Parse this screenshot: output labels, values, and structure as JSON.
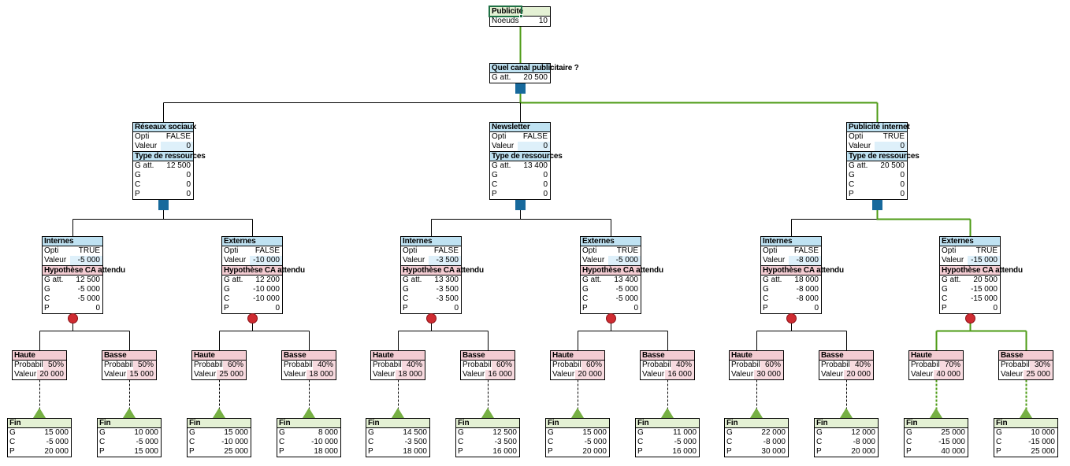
{
  "labels": {
    "noeuds": "Noeuds",
    "opti": "Opti",
    "valeur": "Valeur",
    "g_att": "G att.",
    "g": "G",
    "c": "C",
    "p": "P",
    "probabil": "Probabil",
    "fin": "Fin"
  },
  "root": {
    "title": "Publicité",
    "noeuds": "10"
  },
  "decision": {
    "title": "Quel canal publicitaire ?",
    "g_att": "20 500"
  },
  "branches": [
    {
      "name": "Réseaux sociaux",
      "opti": "FALSE",
      "valeur": "0",
      "resource_title": "Type de ressources",
      "g_att": "12 500",
      "g": "0",
      "c": "0",
      "p": "0",
      "children": [
        {
          "name": "Internes",
          "opti": "TRUE",
          "valeur": "-5 000",
          "hypothesis_title": "Hypothèse CA attendu",
          "g_att": "12 500",
          "g": "-5 000",
          "c": "-5 000",
          "p": "0",
          "outcomes": [
            {
              "name": "Haute",
              "probabil": "50%",
              "valeur": "20 000",
              "fin": {
                "g": "15 000",
                "c": "-5 000",
                "p": "20 000"
              }
            },
            {
              "name": "Basse",
              "probabil": "50%",
              "valeur": "15 000",
              "fin": {
                "g": "10 000",
                "c": "-5 000",
                "p": "15 000"
              }
            }
          ]
        },
        {
          "name": "Externes",
          "opti": "FALSE",
          "valeur": "-10 000",
          "hypothesis_title": "Hypothèse CA attendu",
          "g_att": "12 200",
          "g": "-10 000",
          "c": "-10 000",
          "p": "0",
          "outcomes": [
            {
              "name": "Haute",
              "probabil": "60%",
              "valeur": "25 000",
              "fin": {
                "g": "15 000",
                "c": "-10 000",
                "p": "25 000"
              }
            },
            {
              "name": "Basse",
              "probabil": "40%",
              "valeur": "18 000",
              "fin": {
                "g": "8 000",
                "c": "-10 000",
                "p": "18 000"
              }
            }
          ]
        }
      ]
    },
    {
      "name": "Newsletter",
      "opti": "FALSE",
      "valeur": "0",
      "resource_title": "Type de ressources",
      "g_att": "13 400",
      "g": "0",
      "c": "0",
      "p": "0",
      "children": [
        {
          "name": "Internes",
          "opti": "FALSE",
          "valeur": "-3 500",
          "hypothesis_title": "Hypothèse CA attendu",
          "g_att": "13 300",
          "g": "-3 500",
          "c": "-3 500",
          "p": "0",
          "outcomes": [
            {
              "name": "Haute",
              "probabil": "40%",
              "valeur": "18 000",
              "fin": {
                "g": "14 500",
                "c": "-3 500",
                "p": "18 000"
              }
            },
            {
              "name": "Basse",
              "probabil": "60%",
              "valeur": "16 000",
              "fin": {
                "g": "12 500",
                "c": "-3 500",
                "p": "16 000"
              }
            }
          ]
        },
        {
          "name": "Externes",
          "opti": "TRUE",
          "valeur": "-5 000",
          "hypothesis_title": "Hypothèse CA attendu",
          "g_att": "13 400",
          "g": "-5 000",
          "c": "-5 000",
          "p": "0",
          "outcomes": [
            {
              "name": "Haute",
              "probabil": "60%",
              "valeur": "20 000",
              "fin": {
                "g": "15 000",
                "c": "-5 000",
                "p": "20 000"
              }
            },
            {
              "name": "Basse",
              "probabil": "40%",
              "valeur": "16 000",
              "fin": {
                "g": "11 000",
                "c": "-5 000",
                "p": "16 000"
              }
            }
          ]
        }
      ]
    },
    {
      "name": "Publicité internet",
      "opti": "TRUE",
      "valeur": "0",
      "resource_title": "Type de ressources",
      "g_att": "20 500",
      "g": "0",
      "c": "0",
      "p": "0",
      "children": [
        {
          "name": "Internes",
          "opti": "FALSE",
          "valeur": "-8 000",
          "hypothesis_title": "Hypothèse CA attendu",
          "g_att": "18 000",
          "g": "-8 000",
          "c": "-8 000",
          "p": "0",
          "outcomes": [
            {
              "name": "Haute",
              "probabil": "60%",
              "valeur": "30 000",
              "fin": {
                "g": "22 000",
                "c": "-8 000",
                "p": "30 000"
              }
            },
            {
              "name": "Basse",
              "probabil": "40%",
              "valeur": "20 000",
              "fin": {
                "g": "12 000",
                "c": "-8 000",
                "p": "20 000"
              }
            }
          ]
        },
        {
          "name": "Externes",
          "opti": "TRUE",
          "valeur": "-15 000",
          "hypothesis_title": "Hypothèse CA attendu",
          "g_att": "20 500",
          "g": "-15 000",
          "c": "-15 000",
          "p": "0",
          "outcomes": [
            {
              "name": "Haute",
              "probabil": "70%",
              "valeur": "40 000",
              "fin": {
                "g": "25 000",
                "c": "-15 000",
                "p": "40 000"
              }
            },
            {
              "name": "Basse",
              "probabil": "30%",
              "valeur": "25 000",
              "fin": {
                "g": "10 000",
                "c": "-15 000",
                "p": "25 000"
              }
            }
          ]
        }
      ]
    }
  ],
  "colors": {
    "header_blue": "#BFE2F2",
    "cell_blue": "#DEF0FA",
    "header_pink": "#F3CCD2",
    "cell_pink": "#F7DADF",
    "header_green": "#E4F1D4",
    "marker_blue": "#17699C",
    "marker_red": "#CE2B31",
    "marker_red_border": "#8C1318",
    "marker_green": "#76B043",
    "line_green": "#4D9B15",
    "line_black": "#000000",
    "selection_green": "#1F7145"
  }
}
